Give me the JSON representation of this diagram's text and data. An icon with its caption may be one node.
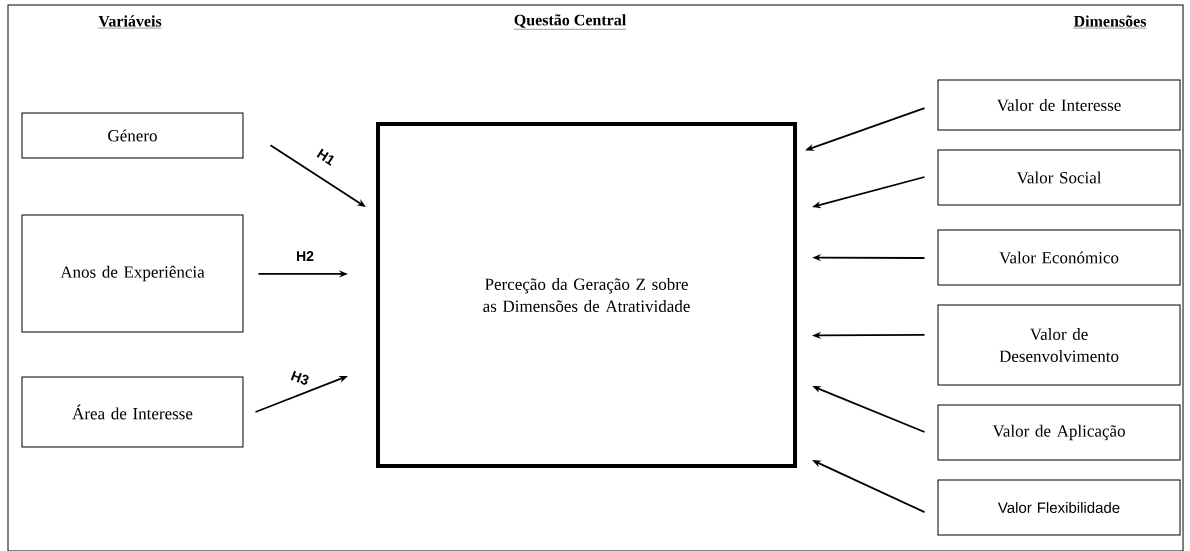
{
  "diagram": {
    "nodes": [
      {
        "text": [
          "Género"
        ]
      },
      {
        "text": [
          "Anos de Experiência"
        ]
      },
      {
        "text": [
          "Área de Interesse"
        ]
      },
      {
        "text": [
          "Perceção da Geração Z sobre as Dimensões de Atratividade"
        ]
      },
      {
        "text": [
          "Valor de Interesse"
        ]
      },
      {
        "text": [
          "Valor Social"
        ]
      },
      {
        "text": [
          "Valor Económico"
        ]
      },
      {
        "text": [
          "Valor de Desenvolvimento"
        ]
      },
      {
        "text": [
          "Valor de Aplicação"
        ]
      },
      {
        "text": [
          "Valor Flexibilidade"
        ]
      }
    ],
    "edges": [
      {
        "from": 0,
        "to": 3,
        "arrow": "to",
        "label": "H1"
      },
      {
        "from": 1,
        "to": 3,
        "arrow": "to",
        "label": "H2"
      },
      {
        "from": 2,
        "to": 3,
        "arrow": "to",
        "label": "H3"
      },
      {
        "from": 4,
        "to": 3,
        "arrow": "to"
      },
      {
        "from": 5,
        "to": 3,
        "arrow": "to"
      },
      {
        "from": 6,
        "to": 3,
        "arrow": "to"
      },
      {
        "from": 7,
        "to": 3,
        "arrow": "to"
      },
      {
        "from": 8,
        "to": 3,
        "arrow": "to"
      },
      {
        "from": 9,
        "to": 3,
        "arrow": "to"
      }
    ],
    "labels": [
      "Variáveis",
      "Questão Central",
      "Dimensões"
    ]
  }
}
